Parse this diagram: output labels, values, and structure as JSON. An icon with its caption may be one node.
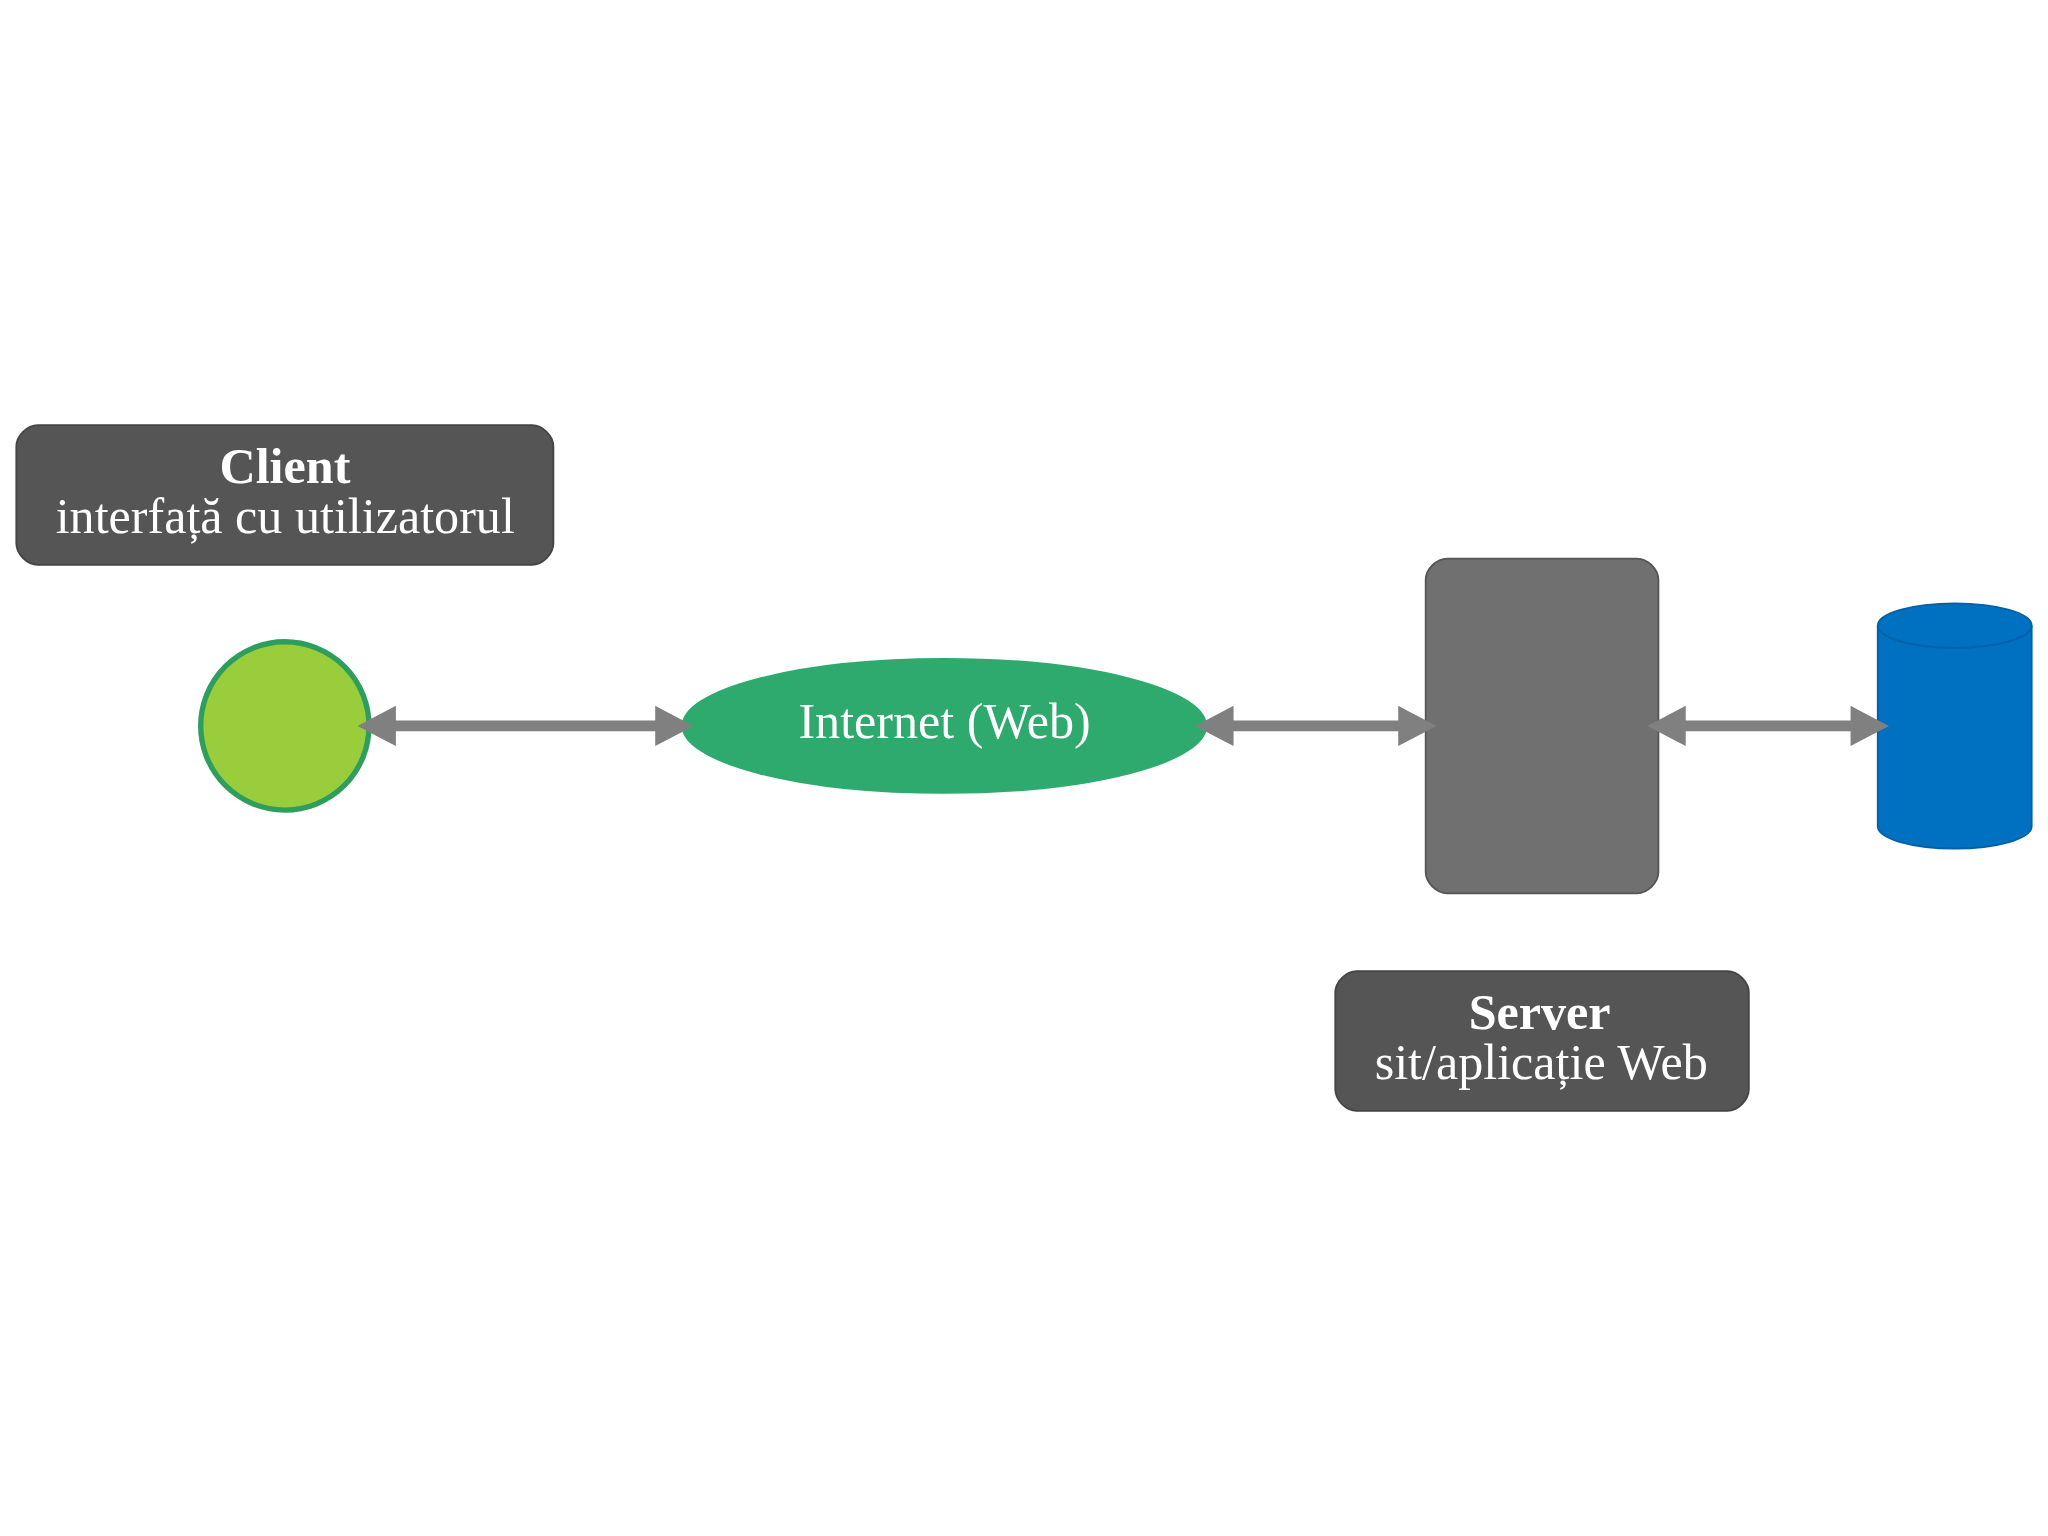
{
  "diagram": {
    "nodes": [
      {
        "text": [
          "Client",
          "interfață cu utilizatorul"
        ]
      },
      {
        "text": [],
        "shape": "circle"
      },
      {
        "text": [
          "Internet (Web)"
        ]
      },
      {
        "text": [],
        "shape": "box"
      },
      {
        "text": [
          "Server",
          "sit/aplicație Web"
        ]
      },
      {
        "text": [],
        "shape": "cylinder"
      }
    ],
    "edges": [
      {
        "from": 1,
        "to": 2,
        "arrow": "both"
      },
      {
        "from": 2,
        "to": 3,
        "arrow": "both"
      },
      {
        "from": 3,
        "to": 5,
        "arrow": "both"
      }
    ]
  }
}
